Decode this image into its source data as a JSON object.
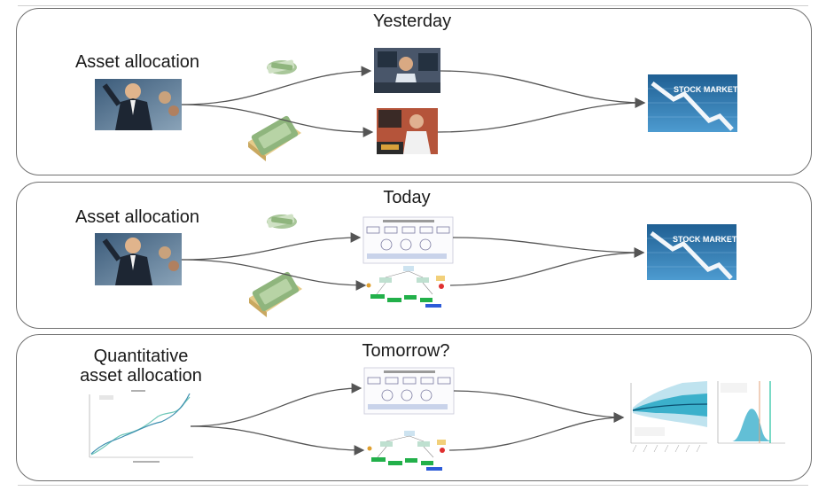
{
  "panels": [
    {
      "title": "Yesterday",
      "label": "Asset allocation"
    },
    {
      "title": "Today",
      "label": "Asset allocation"
    },
    {
      "title": "Tomorrow?",
      "label_line1": "Quantitative",
      "label_line2": "asset allocation"
    }
  ],
  "stock_market_text": "STOCK MARKET",
  "colors": {
    "border": "#6f6f6f",
    "arrow": "#555555",
    "sky": "#2f86c4",
    "money": "#6fa35a",
    "chart_teal": "#1aa3c2"
  }
}
